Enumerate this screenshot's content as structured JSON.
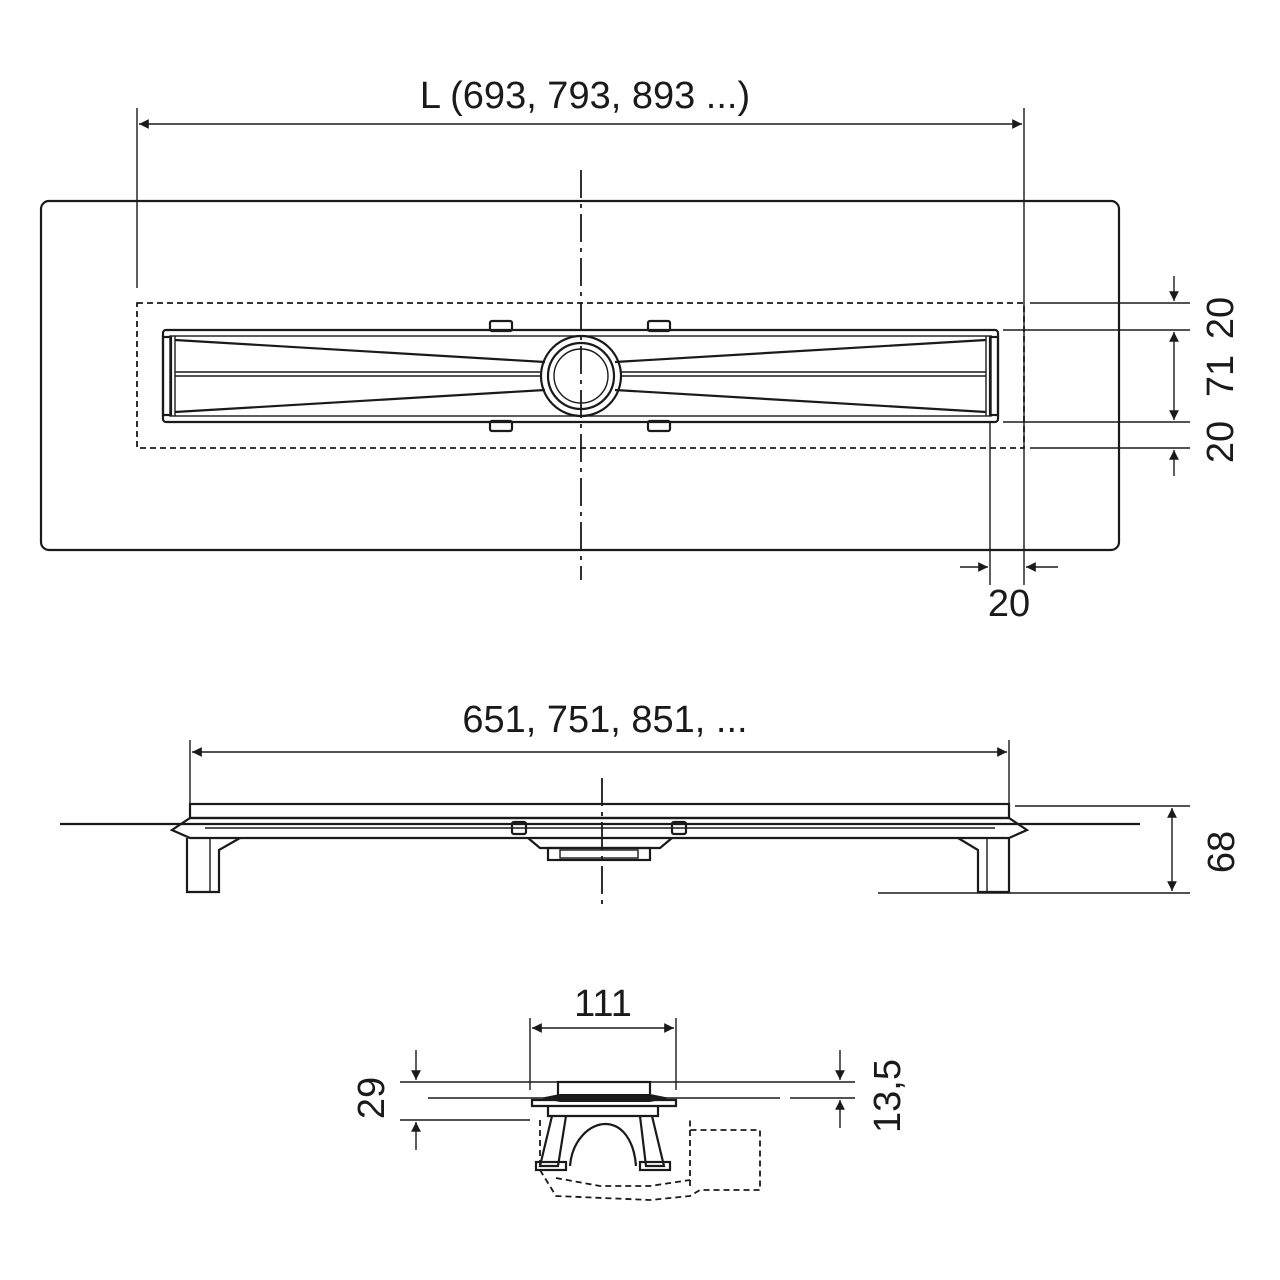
{
  "top_view": {
    "length_label": "L (693, 793, 893 ...)",
    "offset_label_top": "20",
    "width_label": "71",
    "offset_label_bottom": "20",
    "offset_label_side": "20"
  },
  "side_view": {
    "length_label": "651, 751, 851, ...",
    "height_label": "68"
  },
  "detail_view": {
    "width_label": "111",
    "depth_label": "29",
    "height_label": "13,5"
  }
}
